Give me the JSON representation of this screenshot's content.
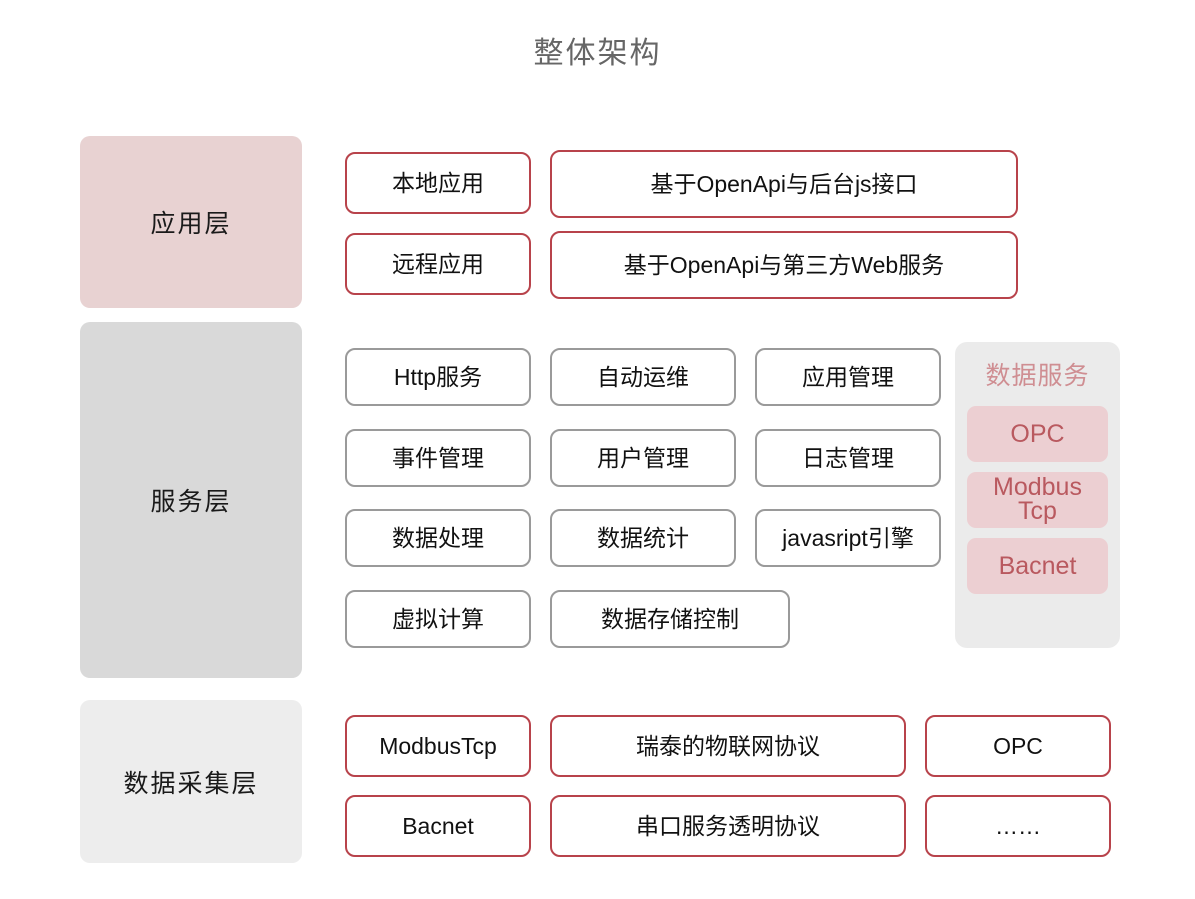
{
  "title": "整体架构",
  "colors": {
    "accent_red": "#b8434b",
    "app_layer_bg": "#e8d2d2",
    "service_layer_bg": "#d9d9d9",
    "collect_layer_bg": "#ededed",
    "data_service_panel_bg": "#ebebeb",
    "data_service_chip_bg": "#eccfd2",
    "data_service_text": "#b9595f",
    "box_border_grey": "#9a9a9a",
    "title_text": "#666666",
    "page_bg": "#ffffff"
  },
  "layers": {
    "application": {
      "label": "应用层",
      "rows": [
        {
          "small": "本地应用",
          "wide": "基于OpenApi与后台js接口"
        },
        {
          "small": "远程应用",
          "wide": "基于OpenApi与第三方Web服务"
        }
      ]
    },
    "service": {
      "label": "服务层",
      "grid": [
        [
          "Http服务",
          "自动运维",
          "应用管理"
        ],
        [
          "事件管理",
          "用户管理",
          "日志管理"
        ],
        [
          "数据处理",
          "数据统计",
          "javasript引擎"
        ],
        [
          "虚拟计算",
          "数据存储控制"
        ]
      ],
      "data_service": {
        "title": "数据服务",
        "items": [
          "OPC",
          "Modbus Tcp",
          "Bacnet"
        ],
        "modbus_line1": "Modbus",
        "modbus_line2": "Tcp"
      }
    },
    "collection": {
      "label": "数据采集层",
      "rows": [
        [
          "ModbusTcp",
          "瑞泰的物联网协议",
          "OPC"
        ],
        [
          "Bacnet",
          "串口服务透明协议",
          "……"
        ]
      ]
    }
  }
}
